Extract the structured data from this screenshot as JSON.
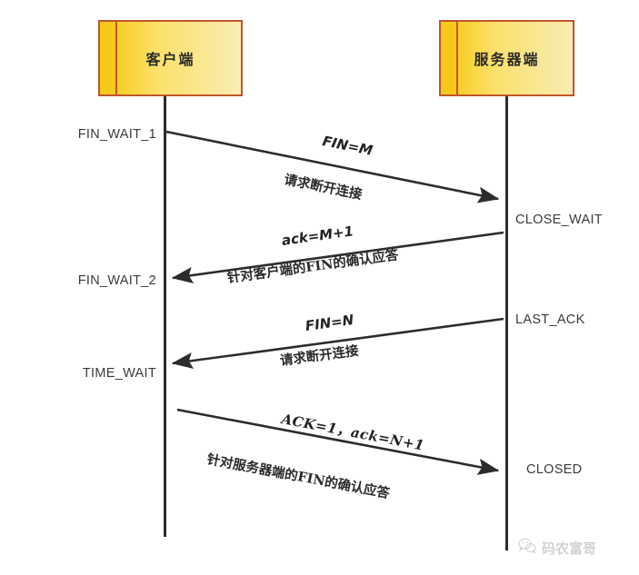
{
  "diagram": {
    "type": "sequence",
    "title": "TCP four-way handshake (connection termination)",
    "actors": [
      {
        "id": "client",
        "label": "客户端"
      },
      {
        "id": "server",
        "label": "服务器端"
      }
    ],
    "states": [
      {
        "id": "fin-wait-1",
        "label": "FIN_WAIT_1",
        "side": "client"
      },
      {
        "id": "close-wait",
        "label": "CLOSE_WAIT",
        "side": "server"
      },
      {
        "id": "fin-wait-2",
        "label": "FIN_WAIT_2",
        "side": "client"
      },
      {
        "id": "last-ack",
        "label": "LAST_ACK",
        "side": "server"
      },
      {
        "id": "time-wait",
        "label": "TIME_WAIT",
        "side": "client"
      },
      {
        "id": "closed",
        "label": "CLOSED",
        "side": "server"
      }
    ],
    "messages": [
      {
        "id": "msg-1",
        "direction": "client-to-server",
        "primary": "FIN=M",
        "secondary": "请求断开连接"
      },
      {
        "id": "msg-2",
        "direction": "server-to-client",
        "primary": "ack=M+1",
        "secondary": "针对客户端的FIN的确认应答"
      },
      {
        "id": "msg-3",
        "direction": "server-to-client",
        "primary": "FIN=N",
        "secondary": "请求断开连接"
      },
      {
        "id": "msg-4",
        "direction": "client-to-server",
        "primary": "ACK=1，ack=N+1",
        "secondary": "针对服务器端的FIN的确认应答"
      }
    ],
    "colors": {
      "box_border": "#c0562a",
      "box_fill_start": "#f5c518",
      "box_fill_end": "#f8edb4",
      "line": "#2c2c2c",
      "text": "#2a2a2a"
    }
  },
  "watermark": {
    "icon": "wechat-icon",
    "text": "码农富哥"
  }
}
